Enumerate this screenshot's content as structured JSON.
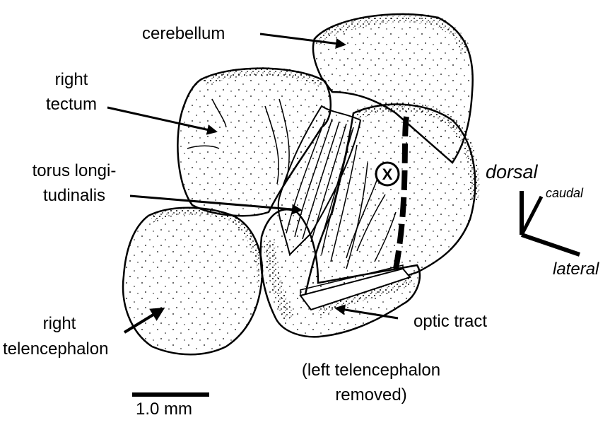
{
  "labels": {
    "cerebellum": "cerebellum",
    "right_tectum_1": "right",
    "right_tectum_2": "tectum",
    "torus_1": "torus longi-",
    "torus_2": "tudinalis",
    "right_tel_1": "right",
    "right_tel_2": "telencephalon",
    "optic_tract": "optic tract",
    "removed_1": "(left telencephalon",
    "removed_2": "removed)"
  },
  "orientation": {
    "dorsal": "dorsal",
    "caudal": "caudal",
    "lateral": "lateral"
  },
  "scale_bar": {
    "label": "1.0 mm"
  },
  "recording_site_marker": "X"
}
